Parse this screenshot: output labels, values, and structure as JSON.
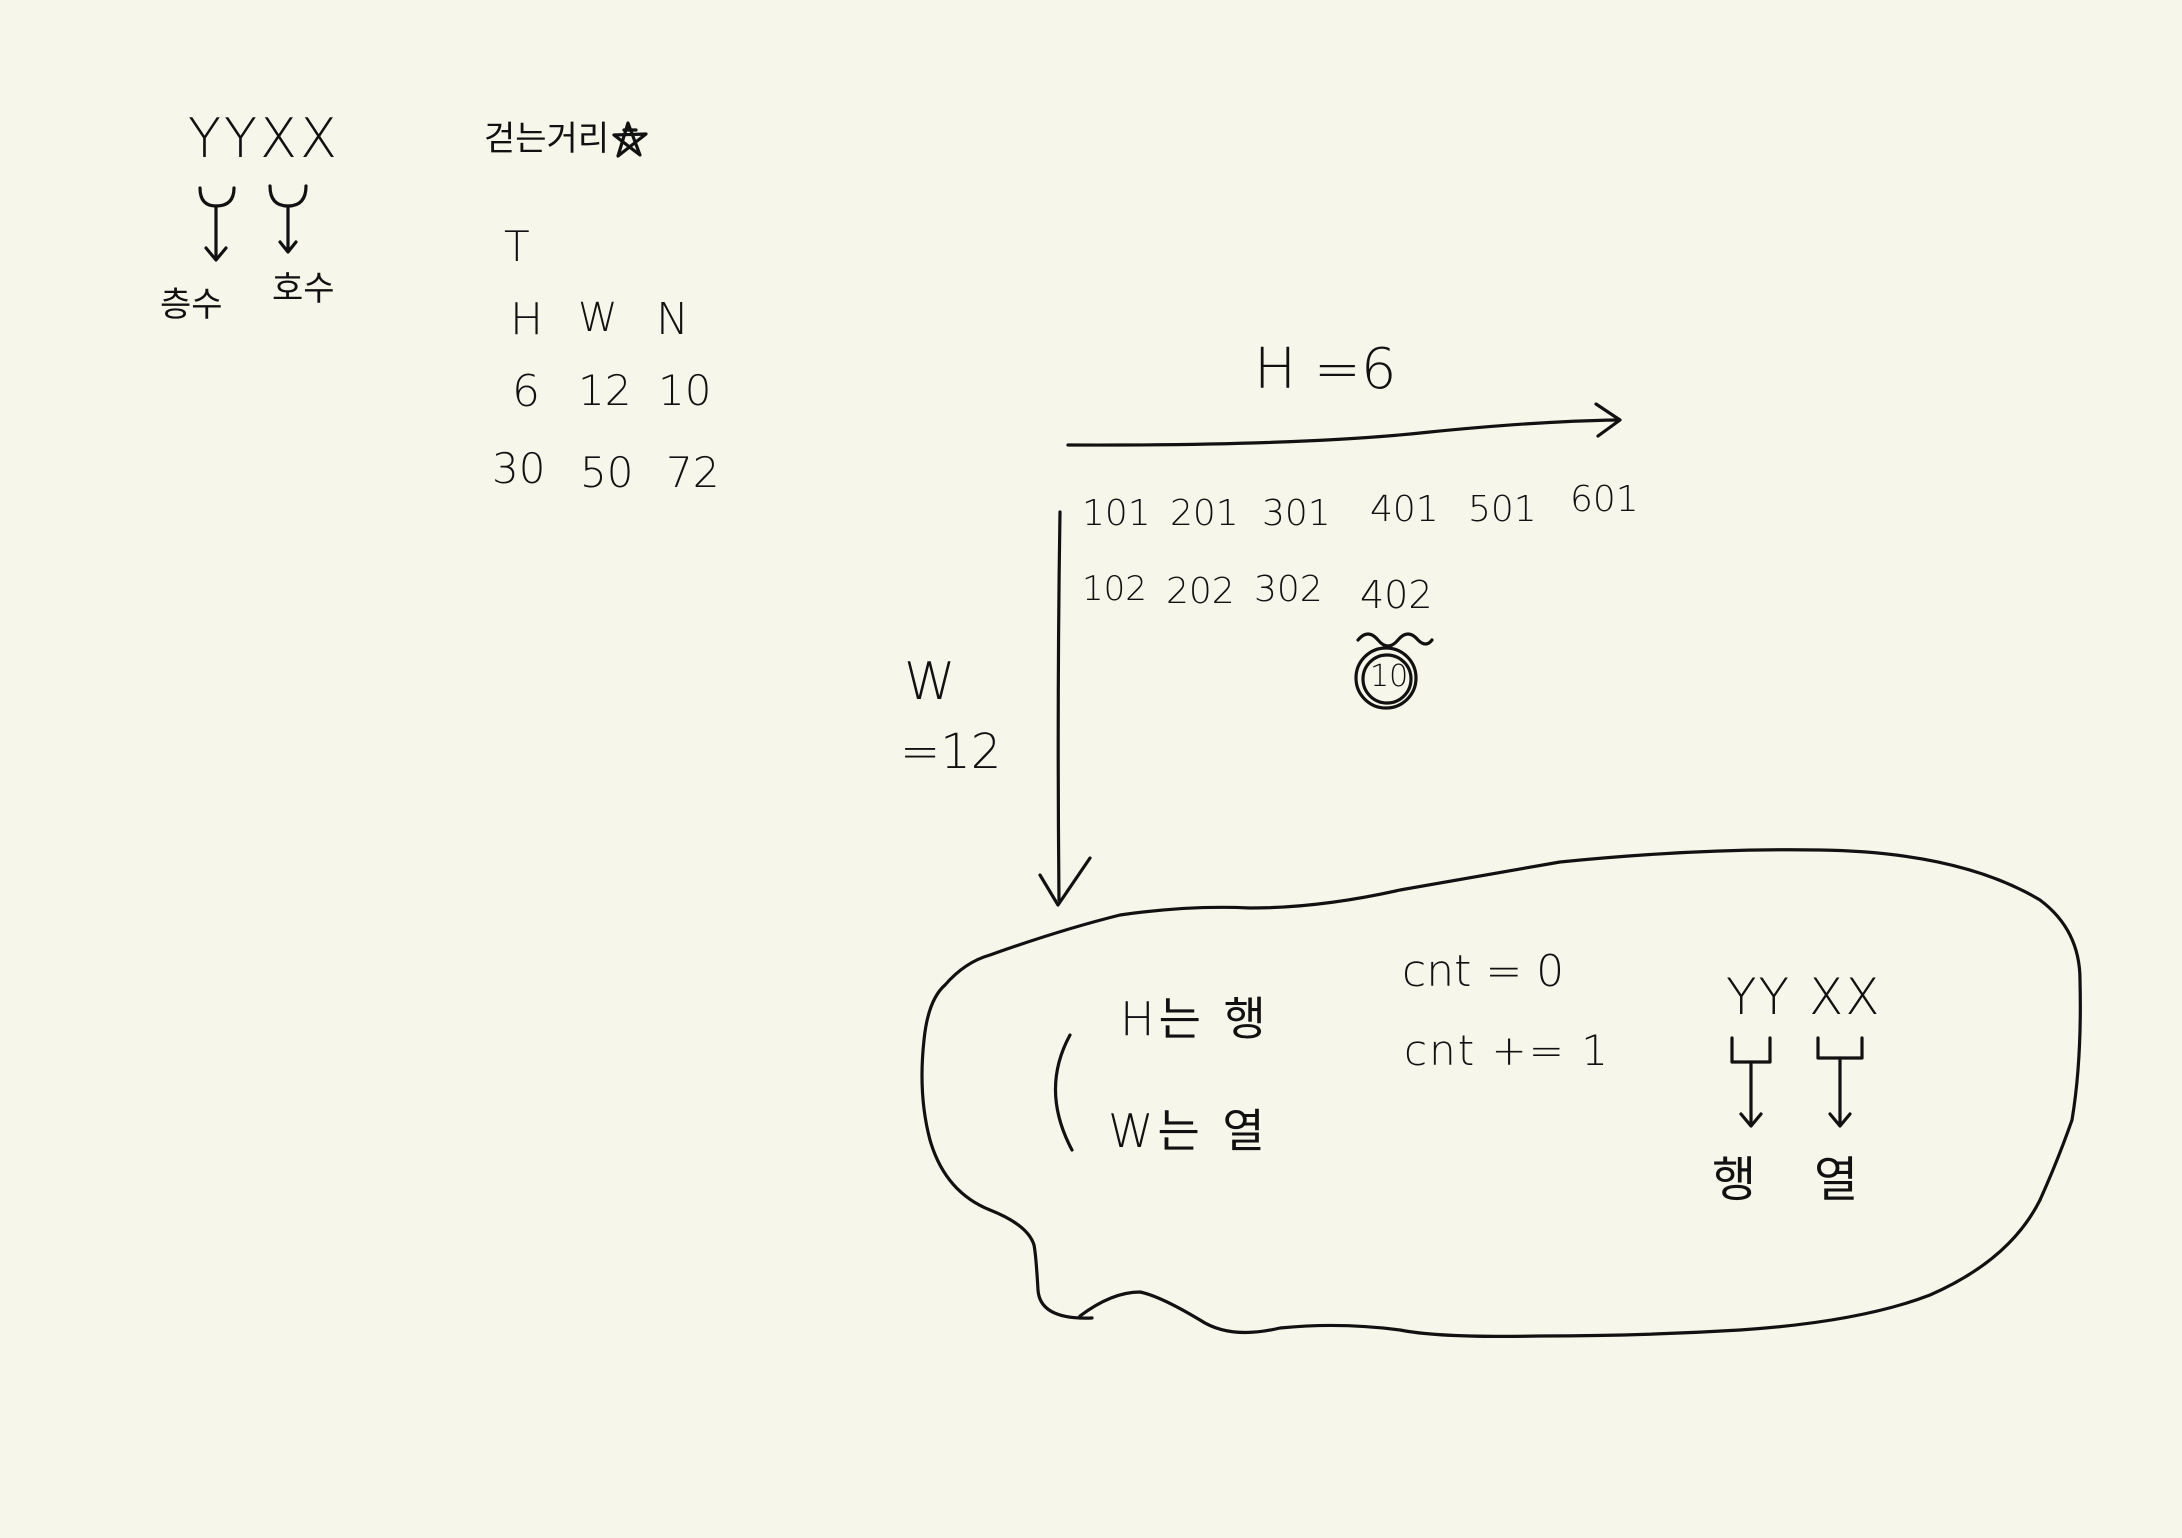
{
  "format": {
    "pattern": "YYXX",
    "yy_meaning": "층수",
    "xx_meaning": "호수"
  },
  "problem": {
    "title": "걷는거리",
    "t_label": "T",
    "headers": [
      "H",
      "W",
      "N"
    ],
    "rows": [
      [
        "6",
        "12",
        "10"
      ],
      [
        "30",
        "50",
        "72"
      ]
    ]
  },
  "grid": {
    "h_label": "H =6",
    "w_label": "W",
    "w_value": "=12",
    "row1": [
      "101",
      "201",
      "301",
      "401",
      "501",
      "601"
    ],
    "row2": [
      "102",
      "202",
      "302",
      "402"
    ],
    "target": "10"
  },
  "note": {
    "h_line": "H는 행",
    "w_line": "W는 열",
    "cnt_init": "cnt = 0",
    "cnt_inc": "cnt += 1",
    "pattern": "YY XX",
    "yy_meaning": "행",
    "xx_meaning": "열"
  }
}
